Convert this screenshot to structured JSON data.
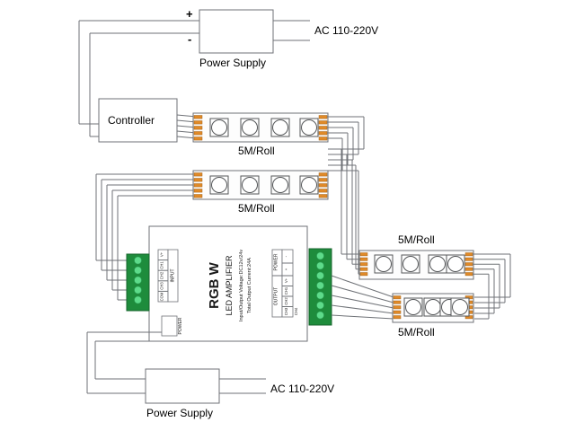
{
  "diagram": {
    "title": "RGBW LED Amplifier Wiring Diagram",
    "colors": {
      "wire": "#6f7277",
      "outline": "#6f7277",
      "pad": "#e08a28",
      "green_block": "#1e8c3c",
      "green_terminal": "#5ddb8a",
      "text": "#1a1a1a",
      "background": "#ffffff"
    }
  },
  "top_power_supply": {
    "label": "Power Supply",
    "plus": "+",
    "minus": "-",
    "ac_label": "AC 110-220V"
  },
  "bottom_power_supply": {
    "label": "Power Supply",
    "ac_label": "AC 110-220V"
  },
  "controller": {
    "label": "Controller"
  },
  "amplifier": {
    "title": "RGB W",
    "subtitle": "LED AMPLIFIER",
    "spec_voltage": "Input/Output Voltage:DC12v/24v",
    "spec_current": "Total Output Current:24A",
    "power_jack_label": "POWER",
    "input_block": {
      "label": "INPUT",
      "terminals": [
        "COM",
        "CH3",
        "CH2",
        "CH1",
        "V+"
      ]
    },
    "output_block": {
      "label": "OUTPUT",
      "power_label": "POWER",
      "power_terminals": [
        "-",
        "+"
      ],
      "terminals": [
        "CH4",
        "CH3",
        "CH2",
        "CH1",
        "V+"
      ]
    }
  },
  "strips": [
    {
      "id": "strip-1",
      "label": "5M/Roll",
      "led_count": 4,
      "pad_count": 5
    },
    {
      "id": "strip-2",
      "label": "5M/Roll",
      "led_count": 4,
      "pad_count": 5
    },
    {
      "id": "strip-3",
      "label": "5M/Roll",
      "led_count": 4,
      "pad_count": 5
    },
    {
      "id": "strip-4",
      "label": "5M/Roll",
      "led_count": 4,
      "pad_count": 5
    }
  ]
}
